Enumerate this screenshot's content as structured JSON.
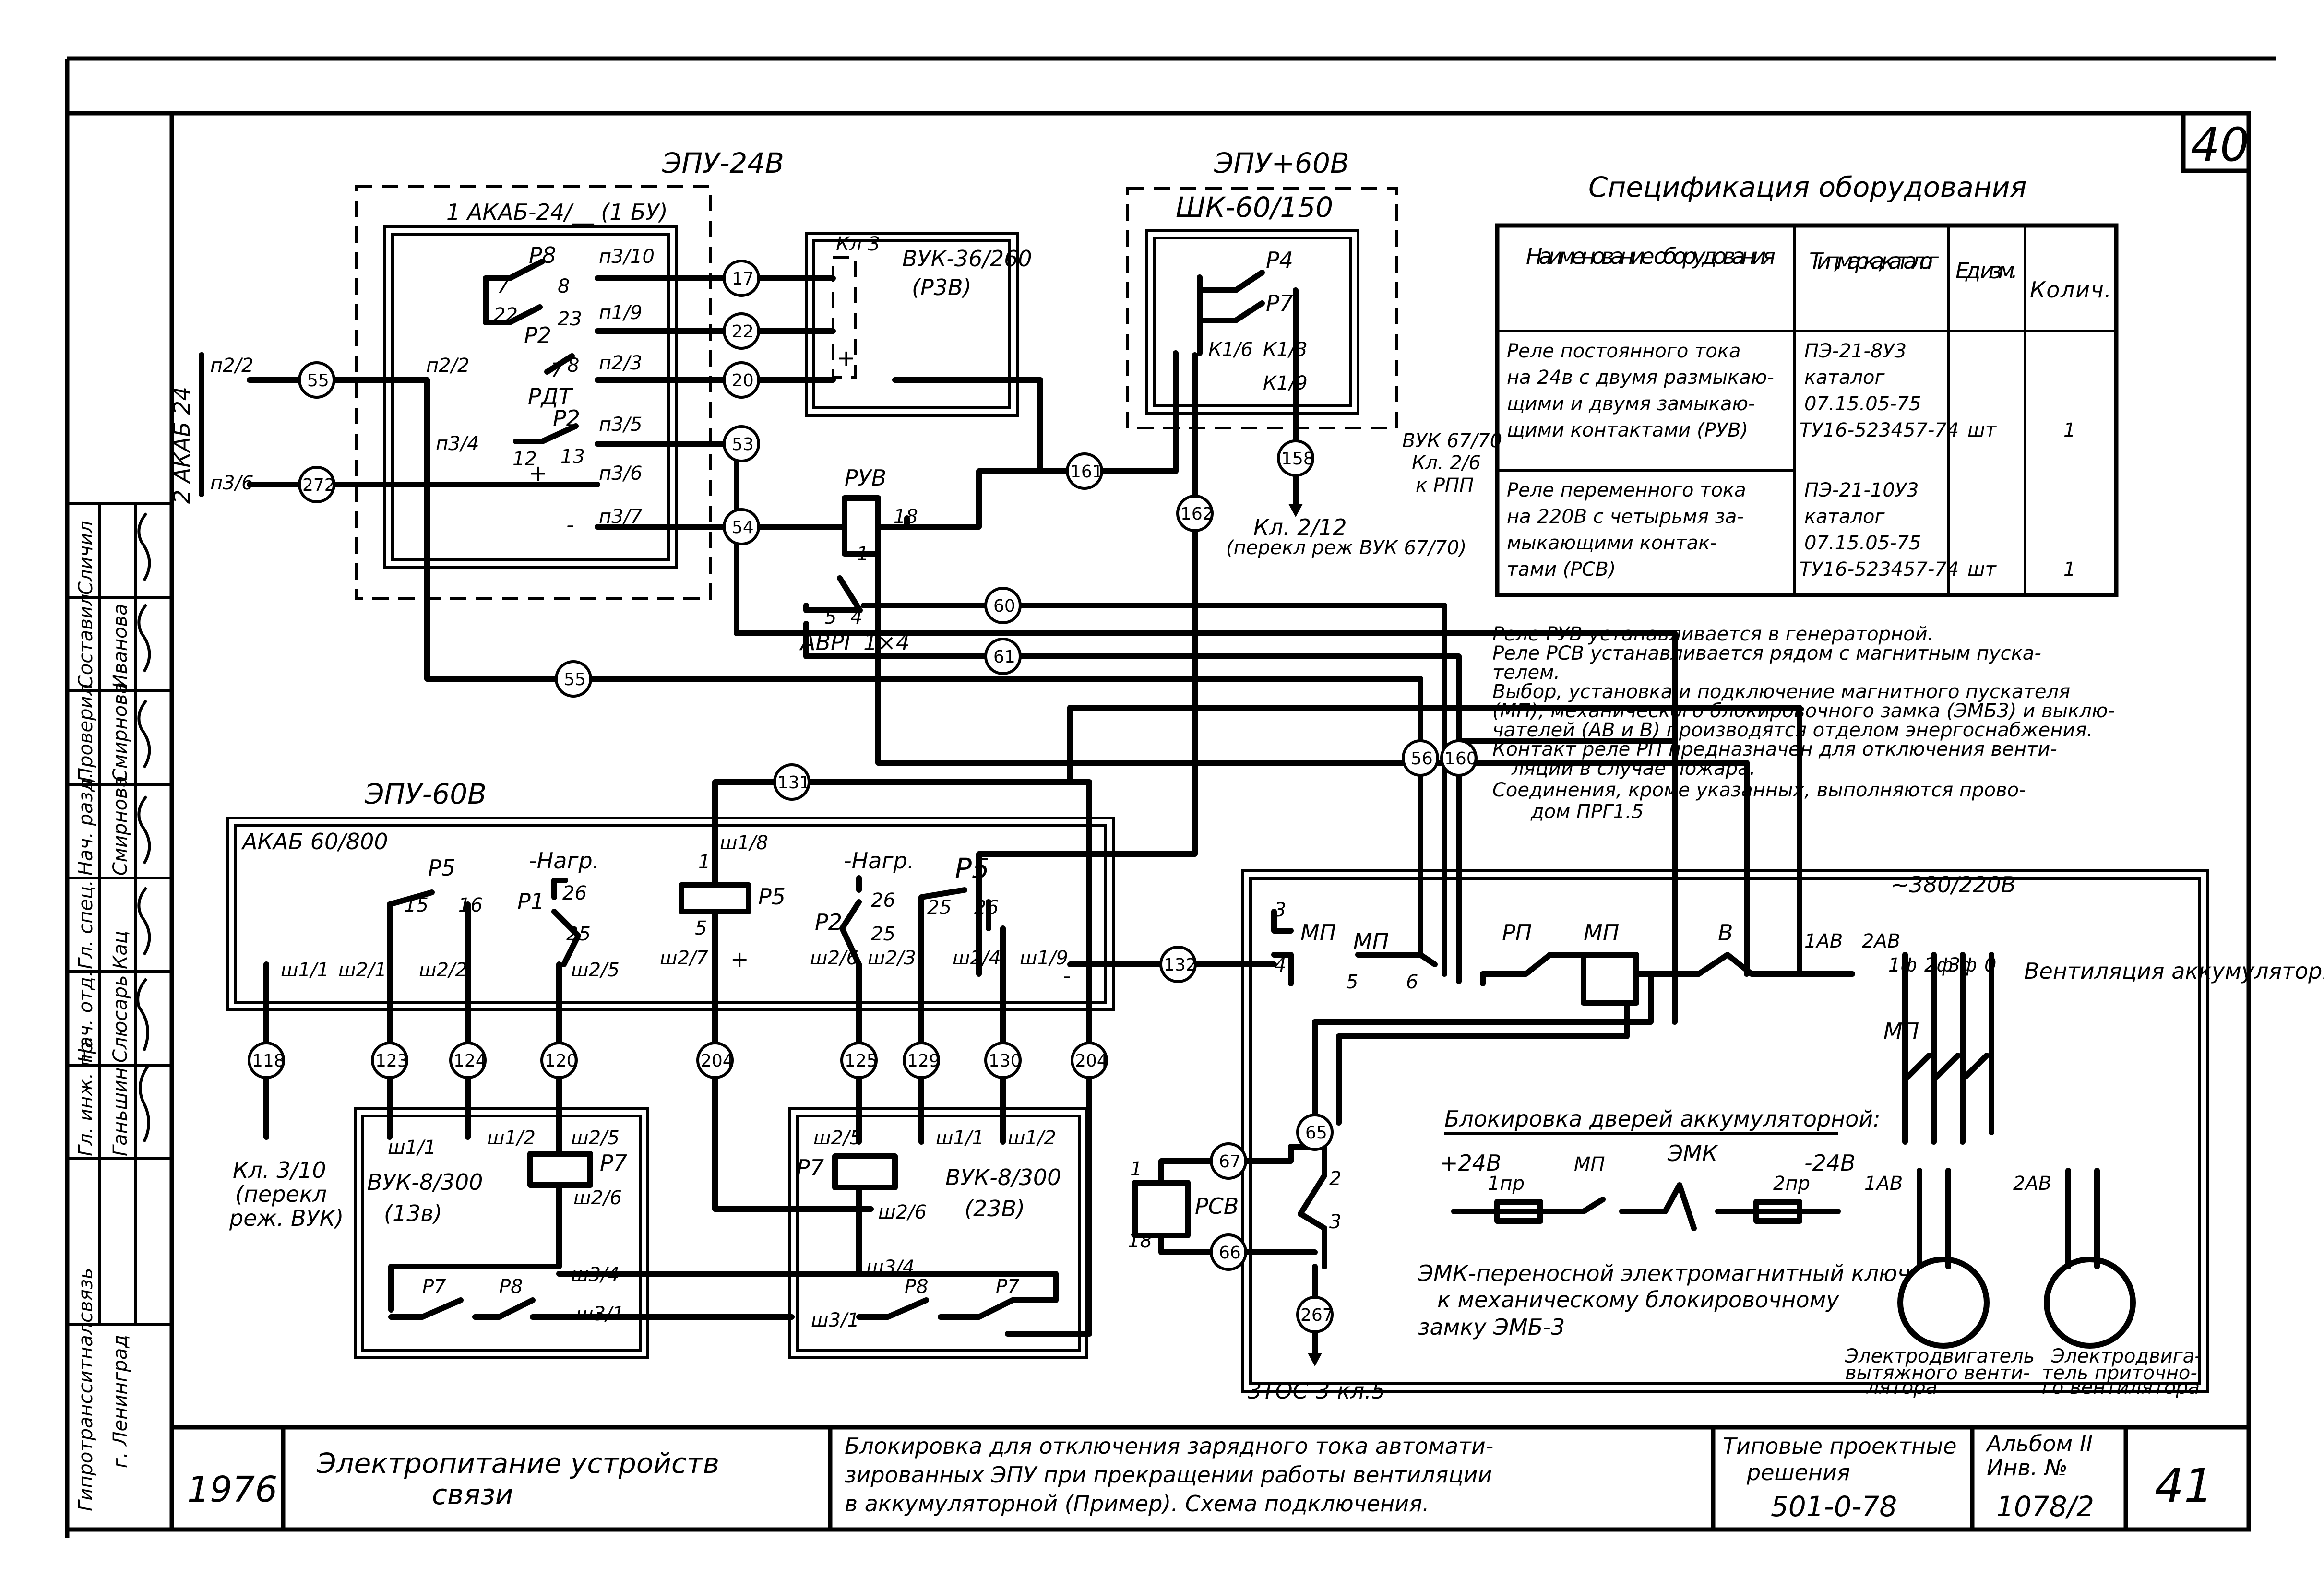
{
  "page": {
    "top_number": "40",
    "bottom_number": "41"
  },
  "blocks": {
    "epu24": "ЭПУ-24В",
    "akab24": "1 АКАБ-24/__ (1 БУ)",
    "epu60p": "ЭПУ+60В",
    "shk": "ШК-60/150",
    "epu60": "ЭПУ-60В",
    "akab60": "АКАБ 60/800",
    "vuk36": "ВУК-36/260",
    "r3v": "(Р3В)",
    "kl3": "Кл 3",
    "bat_side": "2 АКАБ 24",
    "vuk8_a": "ВУК-8/300",
    "vuk8_a_sub": "(13в)",
    "vuk8_b": "ВУК-8/300",
    "vuk8_b_sub": "(23В)",
    "net": "~380/220В",
    "vent": "Вентиляция аккумуляторной"
  },
  "labels": {
    "r8": "Р8",
    "r2": "Р2",
    "rdt": "РДТ",
    "r4": "Р4",
    "r7": "Р7",
    "r5": "Р5",
    "r1": "Р1",
    "ruv": "РУВ",
    "rsv": "РСВ",
    "rp": "РП",
    "mp": "МП",
    "v": "В",
    "avrg": "АВРГ 1×4",
    "nagr": "-Нагр.",
    "kl1_6": "К1/6",
    "kl1_3": "К1/3",
    "kl1_9": "К1/9",
    "p3_10": "п3/10",
    "p1_9": "п1/9",
    "p2_3": "п2/3",
    "p3_5": "п3/5",
    "p3_6": "п3/6",
    "p3_7": "п3/7",
    "p2_2": "п2/2",
    "p3_4": "п3/4",
    "p2_2_in": "п2/2",
    "p3_6_in": "п3/6",
    "sh1_1": "ш1/1",
    "sh2_1": "ш2/1",
    "sh2_2": "ш2/2",
    "sh2_5": "ш2/5",
    "sh1_8": "ш1/8",
    "sh2_7": "ш2/7",
    "sh2_6": "ш2/6",
    "sh2_3": "ш2/3",
    "sh2_4": "ш2/4",
    "sh1_9": "ш1/9",
    "sh3_4": "ш3/4",
    "sh3_1": "ш3/1",
    "sh1_2": "ш1/2",
    "av1": "1АВ",
    "av2": "2АВ",
    "ph1": "1ф",
    "ph2": "2ф",
    "ph3": "3ф",
    "zero": "0"
  },
  "wire_numbers": [
    "55",
    "272",
    "17",
    "22",
    "20",
    "53",
    "54",
    "161",
    "158",
    "162",
    "60",
    "61",
    "55",
    "56",
    "160",
    "131",
    "132",
    "118",
    "123",
    "124",
    "120",
    "204",
    "125",
    "129",
    "130",
    "204",
    "67",
    "65",
    "66",
    "267"
  ],
  "refs": {
    "kl2_12": "Кл. 2/12",
    "kl2_12_sub": "(перекл реж ВУК 67/70)",
    "vuk6770": "ВУК 67/70",
    "kl2_6": "Кл. 2/6",
    "k_rpp": "к РПП",
    "kl3_10": "Кл. 3/10",
    "kl3_10_sub1": "(перекл",
    "kl3_10_sub2": "реж. ВУК)",
    "tos": "3ТОС-3 кл.5"
  },
  "spec": {
    "title": "Спецификация оборудования",
    "headers": [
      "Наименование оборудования",
      "Тип, марка, каталог",
      "Ед изм.",
      "Колич."
    ],
    "rows": [
      {
        "name": [
          "Реле постоянного тока",
          "на 24в с двумя размыкаю-",
          "щими и двумя замыкаю-",
          "щими контактами (РУВ)"
        ],
        "type": [
          "ПЭ-21-8У3",
          "каталог",
          "07.15.05-75",
          "ТУ16-523457-74"
        ],
        "unit": "шт",
        "qty": "1"
      },
      {
        "name": [
          "Реле переменного тока",
          "на 220В с четырьмя за-",
          "мыкающими контак-",
          "тами (РСВ)"
        ],
        "type": [
          "ПЭ-21-10У3",
          "каталог",
          "07.15.05-75",
          "ТУ16-523457-74"
        ],
        "unit": "шт",
        "qty": "1"
      }
    ]
  },
  "notes": [
    "Реле РУВ устанавливается в генераторной.",
    "Реле РСВ устанавливается рядом с магнитным пуска-",
    "телем.",
    "Выбор, установка и подключение магнитного пускателя",
    "(МП), механического блокировочного замка (ЭМБ3) и выклю-",
    "чателей (АВ и В) производятся отделом энергоснабжения.",
    "Контакт реле РП предназначен для отключения венти-",
    "ляции в случае пожара.",
    "Соединения, кроме указанных, выполняются прово-",
    "дом ПРГ1.5"
  ],
  "lock": {
    "title": "Блокировка дверей аккумуляторной:",
    "p24": "+24В",
    "m24": "-24В",
    "pr1": "1пр",
    "pr2": "2пр",
    "mp": "МП",
    "emk": "ЭМК",
    "desc": [
      "ЭМК-переносной электромагнитный ключ",
      "к механическому блокировочному",
      "замку ЭМБ-3"
    ]
  },
  "motors": {
    "m1": [
      "Электродвигатель",
      "вытяжного венти-",
      "лятора"
    ],
    "m2": [
      "Электродвига-",
      "тель приточно-",
      "го вентилятора"
    ]
  },
  "title_block": {
    "year": "1976",
    "title1": "Электропитание устройств",
    "title2": "связи",
    "desc": [
      "Блокировка для отключения зарядного тока автомати-",
      "зированных ЭПУ при прекращении работы вентиляции",
      "в аккумуляторной (Пример). Схема подключения."
    ],
    "series": [
      "Типовые проектные",
      "решения"
    ],
    "code": "501-0-78",
    "album": "Альбом II",
    "inv": "Инв. №",
    "inv_no": "1078/2",
    "org": [
      "Гипротрансситналсвязь",
      "г. Ленинград"
    ]
  },
  "side_stamp": [
    {
      "role": "Гл. инж. пр.",
      "name": "Ганьшин"
    },
    {
      "role": "Нач. отд.",
      "name": "Слюсарь"
    },
    {
      "role": "Гл. спец.",
      "name": "Кац"
    },
    {
      "role": "Нач. разд.",
      "name": "Смирнова"
    },
    {
      "role": "Проверил",
      "name": "Смирнова"
    },
    {
      "role": "Составил",
      "name": "Иванова"
    },
    {
      "role": "Сличил",
      "name": ""
    }
  ]
}
